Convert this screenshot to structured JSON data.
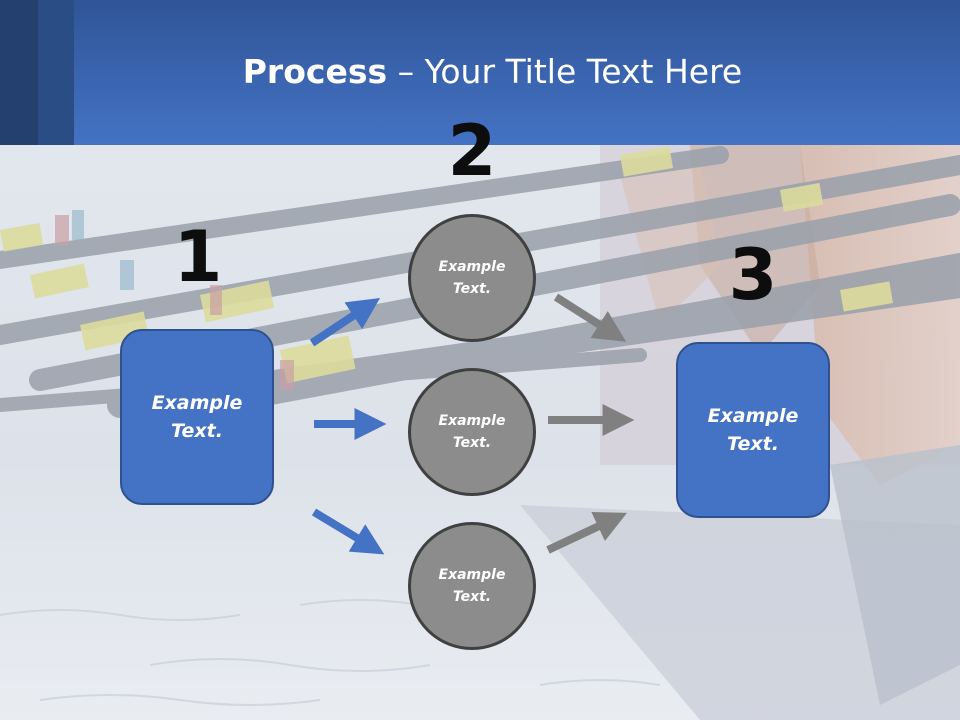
{
  "title": {
    "bold": "Process",
    "rest": " – Your Title Text Here"
  },
  "steps": [
    {
      "number": "1",
      "label_line1": "Example",
      "label_line2": "Text."
    },
    {
      "number": "2"
    },
    {
      "number": "3",
      "label_line1": "Example",
      "label_line2": "Text."
    }
  ],
  "circles": [
    {
      "line1": "Example",
      "line2": "Text."
    },
    {
      "line1": "Example",
      "line2": "Text."
    },
    {
      "line1": "Example",
      "line2": "Text."
    }
  ],
  "colors": {
    "header": "#4472c4",
    "box": "#4472c4",
    "circle": "#8c8c8c",
    "arrow_blue": "#4472c4",
    "arrow_gray": "#808080"
  }
}
